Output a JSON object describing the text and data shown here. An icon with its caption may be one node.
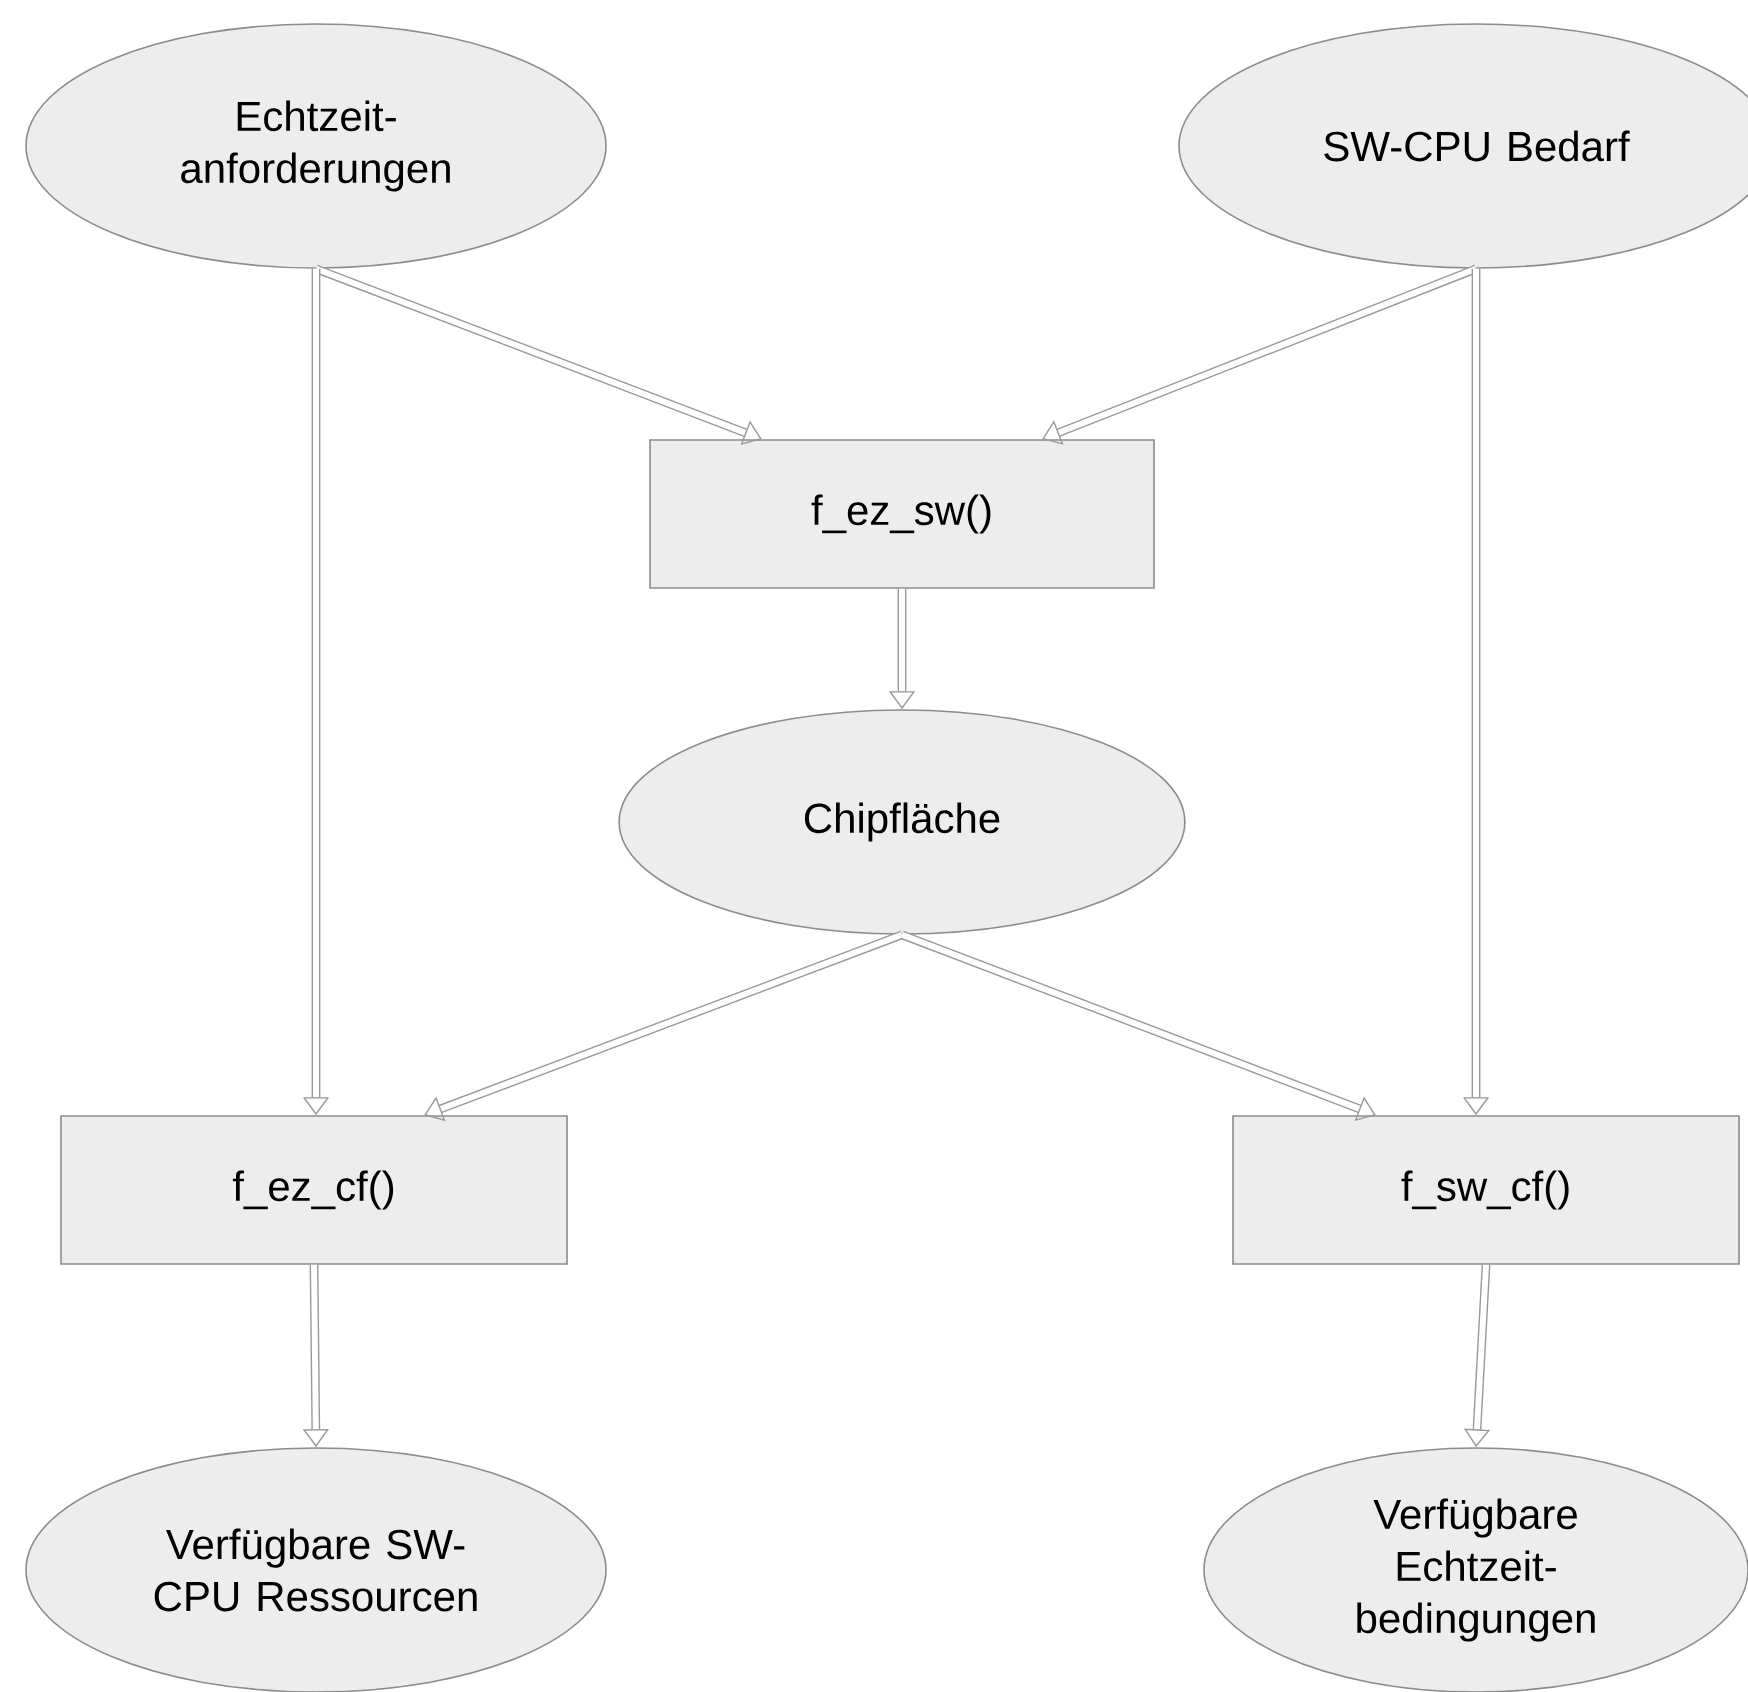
{
  "diagram": {
    "nodes": [
      {
        "text": [
          "Echtzeit-anforderungen"
        ]
      },
      {
        "text": [
          "SW-CPU Bedarf"
        ]
      },
      {
        "text": [
          "f_ez_sw()"
        ]
      },
      {
        "text": [
          "Chipfläche"
        ]
      },
      {
        "text": [
          "f_ez_cf()"
        ]
      },
      {
        "text": [
          "f_sw_cf()"
        ]
      },
      {
        "text": [
          "Verfügbare SW-CPU Ressourcen"
        ]
      },
      {
        "text": [
          "Verfügbare Echtzeit-bedingungen"
        ]
      }
    ],
    "edges": [
      {
        "from": 0,
        "to": 2,
        "arrow": "to"
      },
      {
        "from": 1,
        "to": 2,
        "arrow": "to"
      },
      {
        "from": 0,
        "to": 4,
        "arrow": "to"
      },
      {
        "from": 1,
        "to": 5,
        "arrow": "to"
      },
      {
        "from": 2,
        "to": 3,
        "arrow": "to"
      },
      {
        "from": 3,
        "to": 4,
        "arrow": "to"
      },
      {
        "from": 3,
        "to": 5,
        "arrow": "to"
      },
      {
        "from": 4,
        "to": 6,
        "arrow": "to"
      },
      {
        "from": 5,
        "to": 7,
        "arrow": "to"
      }
    ]
  }
}
